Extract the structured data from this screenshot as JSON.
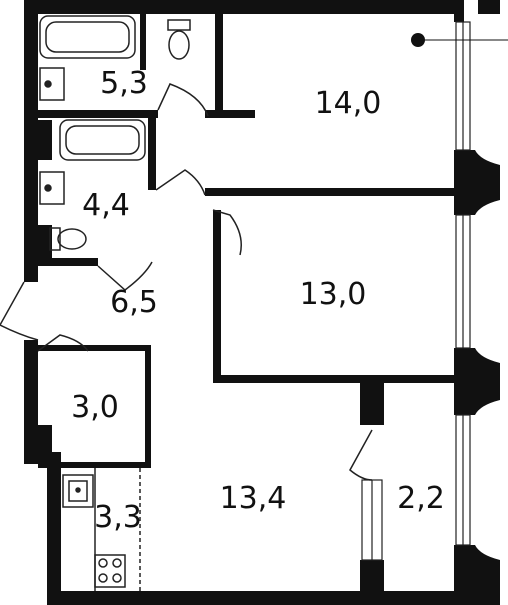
{
  "plan": {
    "colors": {
      "wall": "#111111",
      "thin": "#222222",
      "background": "#ffffff"
    },
    "rooms": [
      {
        "id": "bath-1",
        "area": "5,3"
      },
      {
        "id": "room-1",
        "area": "14,0"
      },
      {
        "id": "bath-2",
        "area": "4,4"
      },
      {
        "id": "hall",
        "area": "6,5"
      },
      {
        "id": "room-2",
        "area": "13,0"
      },
      {
        "id": "storage",
        "area": "3,0"
      },
      {
        "id": "living",
        "area": "13,4"
      },
      {
        "id": "kitchen",
        "area": "3,3"
      },
      {
        "id": "balcony",
        "area": "2,2"
      }
    ]
  }
}
